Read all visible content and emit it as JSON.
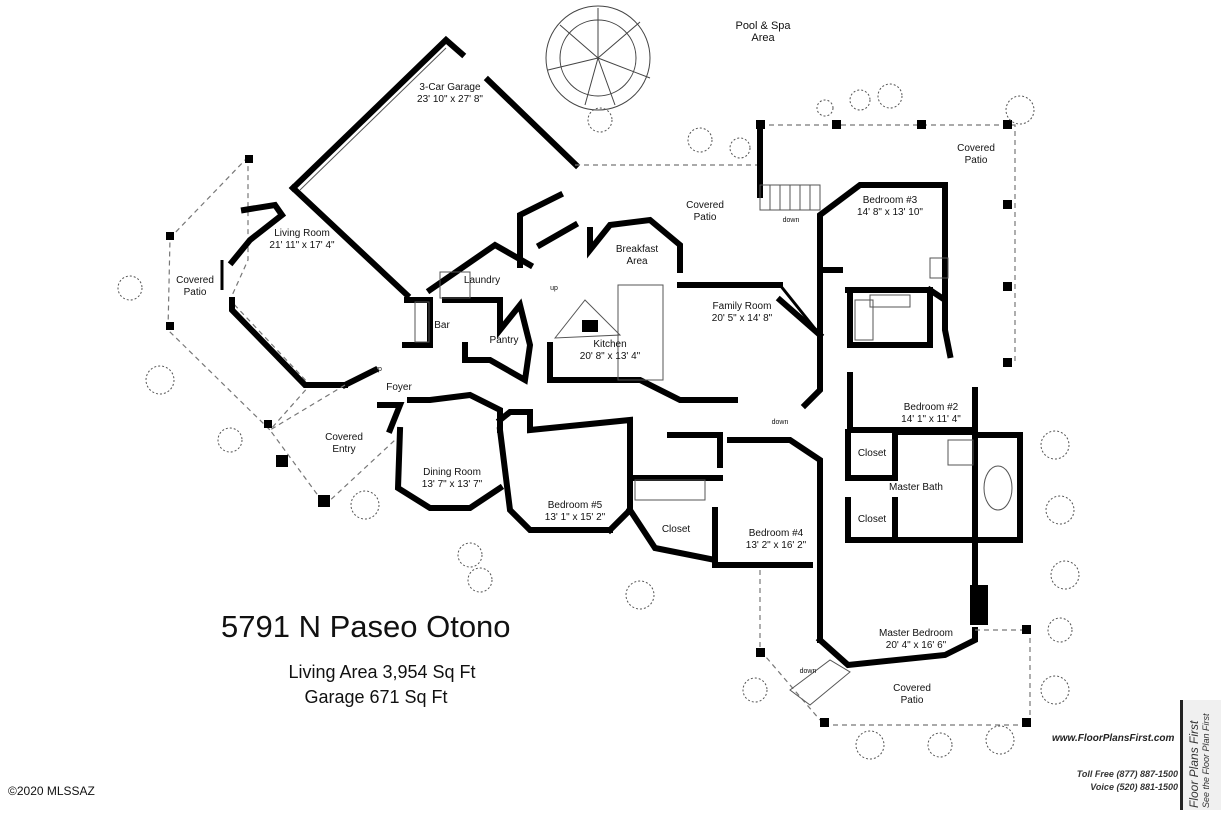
{
  "address": "5791 N Paseo Otono",
  "living_area": "Living Area 3,954 Sq Ft",
  "garage_area": "Garage 671 Sq Ft",
  "copyright": "©2020 MLSSAZ",
  "rooms": {
    "pool": [
      "Pool & Spa",
      "Area"
    ],
    "garage": [
      "3-Car Garage",
      "23' 10\" x 27' 8\""
    ],
    "covered_patio_top": [
      "Covered",
      "Patio"
    ],
    "covered_patio_center": [
      "Covered",
      "Patio"
    ],
    "living_room": [
      "Living Room",
      "21' 11\" x 17' 4\""
    ],
    "covered_patio_left": [
      "Covered",
      "Patio"
    ],
    "laundry": "Laundry",
    "bar": "Bar",
    "pantry": "Pantry",
    "breakfast": [
      "Breakfast",
      "Area"
    ],
    "family_room": [
      "Family Room",
      "20' 5\" x 14' 8\""
    ],
    "kitchen": [
      "Kitchen",
      "20' 8\" x 13' 4\""
    ],
    "bedroom3": [
      "Bedroom #3",
      "14' 8\" x 13' 10\""
    ],
    "bedroom2": [
      "Bedroom #2",
      "14' 1\" x 11' 4\""
    ],
    "foyer": "Foyer",
    "covered_entry": [
      "Covered",
      "Entry"
    ],
    "dining_room": [
      "Dining Room",
      "13' 7\" x 13' 7\""
    ],
    "bedroom5": [
      "Bedroom #5",
      "13' 1\" x 15' 2\""
    ],
    "closet_hall": "Closet",
    "bedroom4": [
      "Bedroom #4",
      "13' 2\" x 16' 2\""
    ],
    "closet_top": "Closet",
    "closet_bottom": "Closet",
    "master_bath": "Master Bath",
    "master_bedroom": [
      "Master Bedroom",
      "20' 4\" x 16' 6\""
    ],
    "covered_patio_bottom": [
      "Covered",
      "Patio"
    ]
  },
  "markers": {
    "down1": "down",
    "down2": "down",
    "down3": "down",
    "up1": "up",
    "up2": "up"
  },
  "brand": {
    "url": "www.FloorPlansFirst.com",
    "toll_free": "Toll Free (877) 887-1500",
    "voice": "Voice (520) 881-1500",
    "name": "Floor Plans First",
    "tagline": "See the Floor Plan First"
  }
}
